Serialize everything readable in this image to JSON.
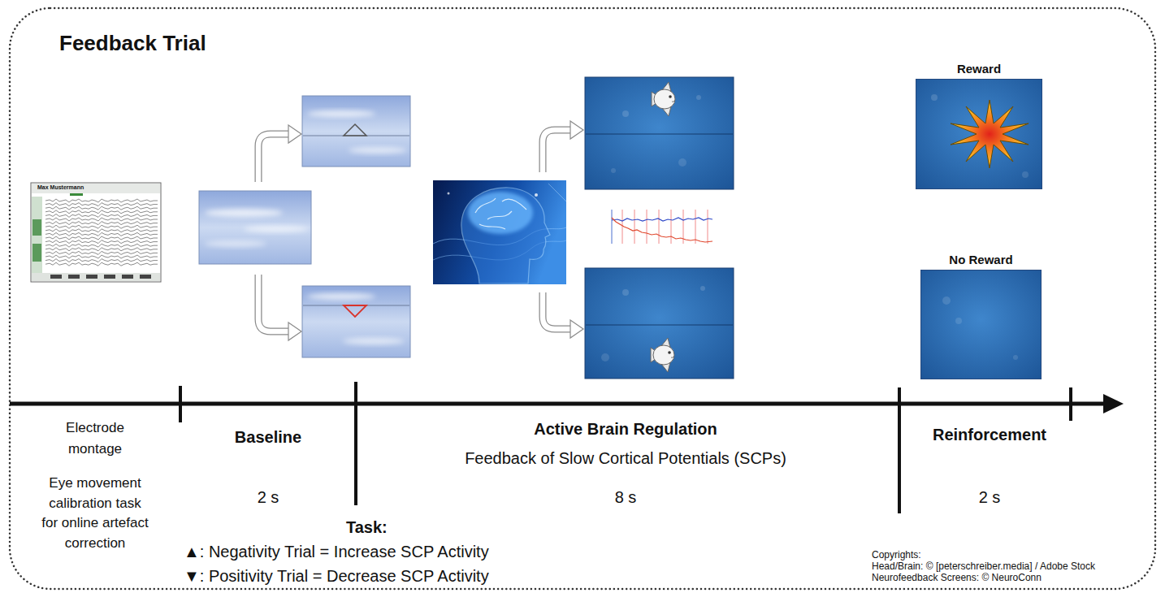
{
  "diagram": {
    "title": "Feedback Trial",
    "nodes": [
      {
        "text": [
          "Reward"
        ]
      },
      {
        "text": [
          "No Reward"
        ]
      }
    ],
    "labels": [
      "Max Mustermann",
      "Electrode montage",
      "Eye movement calibration task for online artefact correction",
      "Baseline",
      "2 s",
      "Active Brain Regulation",
      "Feedback of Slow Cortical Potentials (SCPs)",
      "8 s",
      "Reinforcement",
      "2 s",
      "Task:",
      "▲: Negativity Trial = Increase SCP Activity",
      "▼: Positivity Trial = Decrease SCP Activity",
      "Copyrights:",
      "Head/Brain: © [peterschreiber.media] / Adobe Stock",
      "Neurofeedback Screens: © NeuroConn"
    ]
  }
}
